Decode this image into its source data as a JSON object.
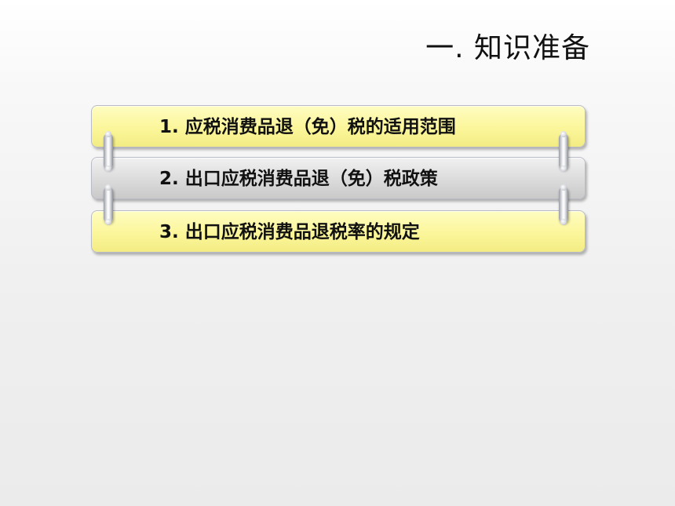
{
  "slide": {
    "title": "一. 知识准备"
  },
  "agenda": {
    "items": [
      {
        "label": "1. 应税消费品退（免）税的适用范围",
        "color": "#fbf69a"
      },
      {
        "label": "2. 出口应税消费品退（免）税政策",
        "color": "#d9d9d9"
      },
      {
        "label": "3. 出口应税消费品退税率的规定",
        "color": "#fbf69a"
      }
    ]
  }
}
